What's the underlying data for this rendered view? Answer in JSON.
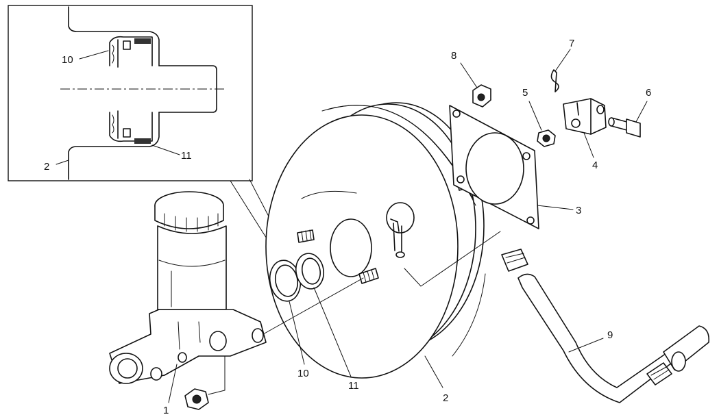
{
  "callouts": {
    "c1": "1",
    "c2": "2",
    "c3": "3",
    "c4": "4",
    "c5": "5",
    "c6": "6",
    "c7": "7",
    "c8": "8",
    "c9": "9",
    "c10": "10",
    "c11": "11",
    "inset_c2": "2",
    "inset_c10": "10",
    "inset_c11": "11"
  }
}
